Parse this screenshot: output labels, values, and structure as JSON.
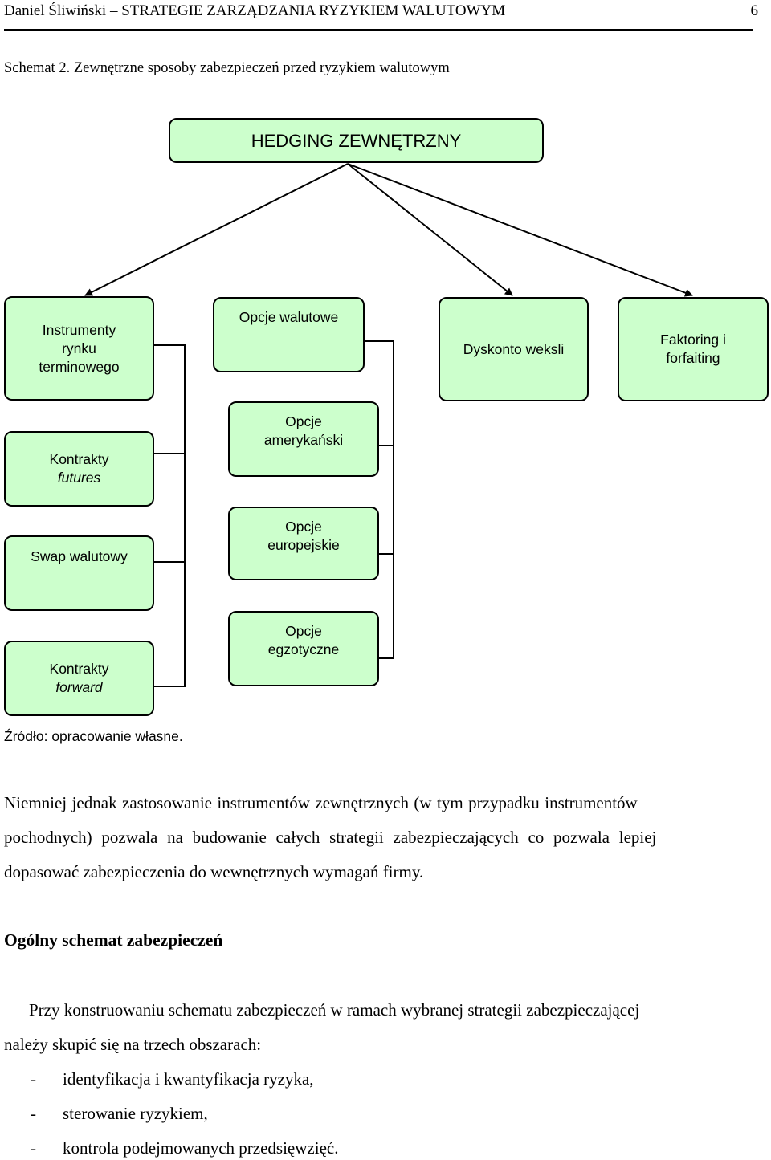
{
  "header": {
    "title": "Daniel Śliwiński – STRATEGIE ZARZĄDZANIA RYZYKIEM WALUTOWYM",
    "page_number": "6"
  },
  "figure": {
    "caption": "Schemat 2. Zewnętrzne sposoby zabezpieczeń przed ryzykiem walutowym",
    "source": "Źródło: opracowanie własne.",
    "root": "HEDGING ZEWNĘTRZNY",
    "categories": {
      "instrumenty": [
        "Instrumenty",
        "rynku",
        "terminowego"
      ],
      "opcje": "Opcje walutowe",
      "dyskonto": "Dyskonto weksli",
      "faktoring": [
        "Faktoring i",
        "forfaiting"
      ]
    },
    "instrument_children": [
      {
        "line1": "Kontrakty",
        "line2": "futures"
      },
      {
        "line1": "Swap walutowy",
        "line2": ""
      },
      {
        "line1": "Kontrakty",
        "line2": "forward"
      }
    ],
    "option_children": [
      [
        "Opcje",
        "amerykański"
      ],
      [
        "Opcje",
        "europejskie"
      ],
      [
        "Opcje",
        "egzotyczne"
      ]
    ]
  },
  "body": {
    "paragraph1": [
      "Niemniej jednak zastosowanie instrumentów zewnętrznych (w tym przypadku instrumentów",
      "pochodnych) pozwala na budowanie całych strategii zabezpieczających co pozwala lepiej",
      "dopasować zabezpieczenia do wewnętrznych wymagań firmy."
    ],
    "heading": "Ogólny schemat zabezpieczeń",
    "paragraph2": [
      "Przy konstruowaniu schematu zabezpieczeń w ramach wybranej strategii zabezpieczającej",
      "należy skupić się na trzech obszarach:"
    ],
    "bullet_marker": "-",
    "bullets": [
      "identyfikacja i kwantyfikacja ryzyka,",
      "sterowanie ryzykiem,",
      "kontrola podejmowanych przedsięwzięć."
    ]
  }
}
